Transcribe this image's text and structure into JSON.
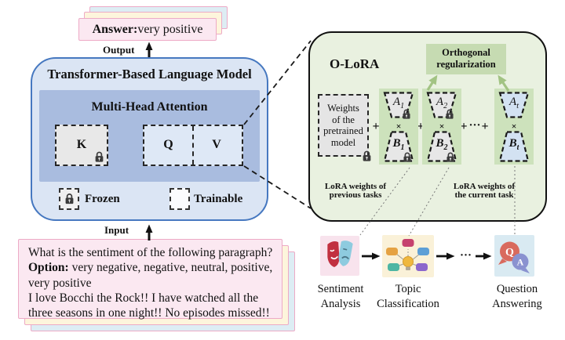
{
  "figure": {
    "answer": {
      "prefix": "Answer:",
      "text": " very positive"
    },
    "output_label": "Output",
    "input_label": "Input",
    "transformer_title": "Transformer-Based Language Model",
    "mha_title": "Multi-Head Attention",
    "k": "K",
    "q": "Q",
    "v": "V",
    "legend": {
      "frozen": "Frozen",
      "trainable": "Trainable"
    },
    "prompt": {
      "line1": "What is the sentiment of the following paragraph?",
      "line2_prefix": "Option:",
      "line2": " very negative, negative, neutral, positive,",
      "line3": "very positive",
      "line4": "I love Bocchi the Rock!! I have watched all the",
      "line5": "three seasons in one night!! No episodes missed!!"
    },
    "olora": {
      "title": "O-LoRA",
      "ortho": {
        "line1": "Orthogonal",
        "line2": "regularization"
      },
      "pretrained": {
        "line1": "Weights",
        "line2": "of the",
        "line3": "pretrained",
        "line4": "model"
      },
      "plus": "+",
      "times": "×",
      "ellipsis": "···",
      "pairs": [
        {
          "a": "A",
          "a_sub": "1",
          "b": "B",
          "b_sub": "1",
          "state": "frozen"
        },
        {
          "a": "A",
          "a_sub": "2",
          "b": "B",
          "b_sub": "2",
          "state": "frozen"
        },
        {
          "a": "A",
          "a_sub": "t",
          "b": "B",
          "b_sub": "t",
          "state": "trainable"
        }
      ],
      "prev_label": {
        "line1": "LoRA weights of",
        "line2": "previous tasks"
      },
      "curr_label": {
        "line1": "LoRA weights of",
        "line2": "the current task"
      }
    },
    "tasks": {
      "ellipsis": "···",
      "items": [
        {
          "line1": "Sentiment",
          "line2": "Analysis"
        },
        {
          "line1": "Topic",
          "line2": "Classification"
        },
        {
          "line1": "Question",
          "line2": "Answering"
        }
      ],
      "qa": {
        "q": "Q",
        "a": "A"
      }
    }
  },
  "colors": {
    "transformer_border": "#4678c0",
    "transformer_fill": "#dbe5f4",
    "mha_fill": "#a9bcdf",
    "card_pink": "#fbe8f1",
    "card_yellow": "#fdf5dc",
    "card_cyan": "#ddedf4",
    "card_border": "#edaac6",
    "olora_fill": "#e9f1e0",
    "ortho_box_fill": "#c6dbb2",
    "pair_fill": "#cde2bc",
    "arrow_green": "#a2c383",
    "frozen_fill": "#e7e7e7",
    "trainable_fill": "#d3e2f2",
    "sentiment_bg": "#f8e3ed",
    "topic_bg": "#faf1d8",
    "qa_bg": "#d9eaf2"
  }
}
